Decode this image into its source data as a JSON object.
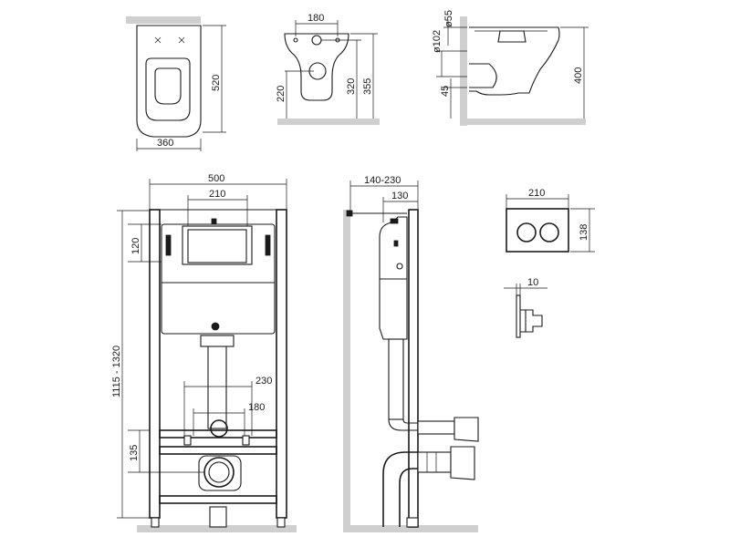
{
  "dimensions": {
    "bowl_top_width": "360",
    "bowl_top_length": "520",
    "bowl_front_width": "180",
    "bowl_front_h220": "220",
    "bowl_front_h320": "320",
    "bowl_front_h355": "355",
    "bowl_side_d55": "ø55",
    "bowl_side_d102": "ø102",
    "bowl_side_45": "45",
    "bowl_side_400": "400",
    "frame_width": "500",
    "tank_width": "210",
    "tank_top_120": "120",
    "frame_height": "1115 - 1320",
    "bolt_outer": "230",
    "bolt_inner": "180",
    "drain_135": "135",
    "side_depth": "140-230",
    "side_130": "130",
    "plate_width": "210",
    "plate_height": "138",
    "plate_depth": "10"
  },
  "colors": {
    "line": "#1a1a1a",
    "floor": "#cfcfcf"
  }
}
